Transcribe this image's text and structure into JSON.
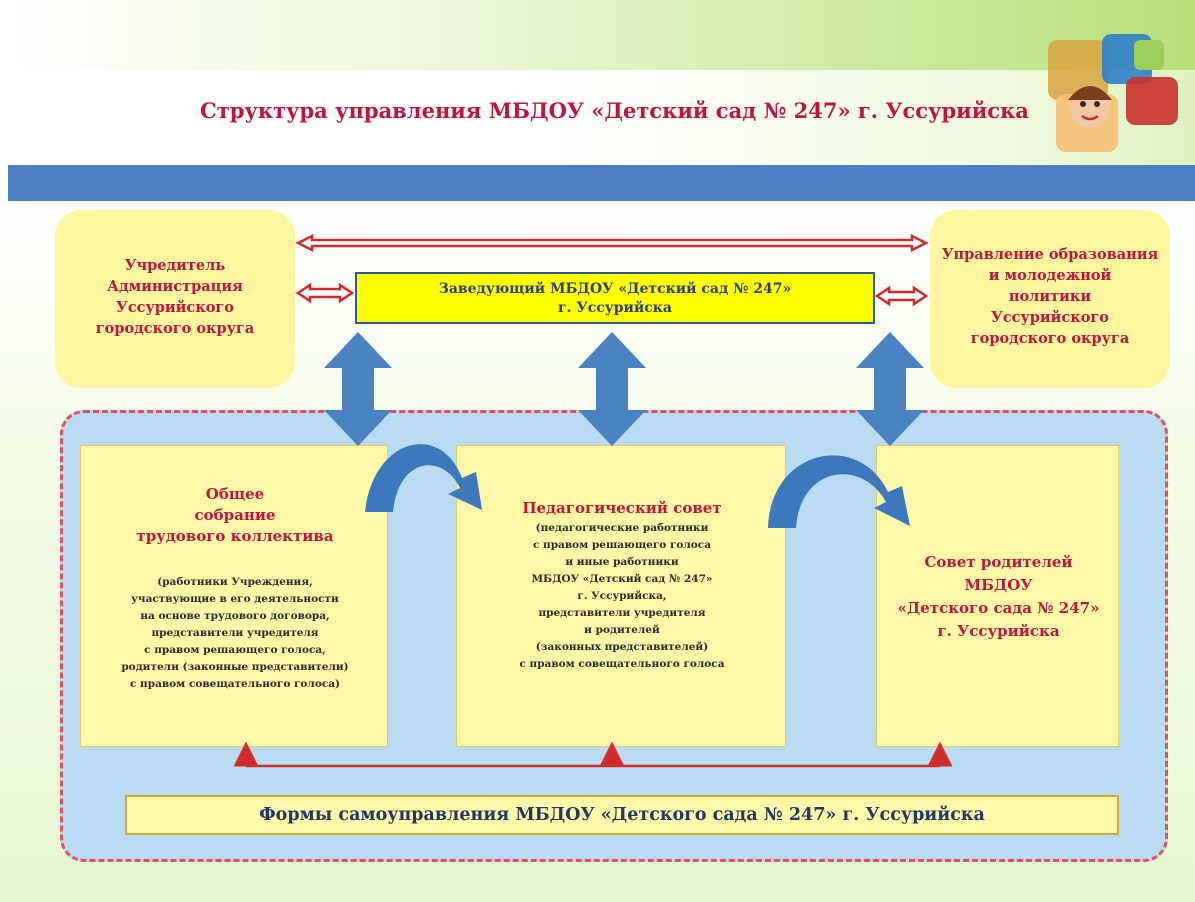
{
  "slide": {
    "title": "Структура управления МБДОУ «Детский сад № 247» г. Уссурийска"
  },
  "founder": {
    "lines": [
      "Учредитель",
      "Администрация",
      "Уссурийского",
      "городского округа"
    ]
  },
  "education_department": {
    "lines": [
      "Управление образования",
      "и молодежной",
      "политики",
      "Уссурийского",
      "городского округа"
    ]
  },
  "head": {
    "lines": [
      "Заведующий  МБДОУ «Детский сад № 247»",
      "г. Уссурийска"
    ]
  },
  "general_meeting": {
    "title_lines": [
      "Общее",
      "собрание",
      "трудового коллектива"
    ],
    "desc_lines": [
      "(работники  Учреждения,",
      "участвующие  в его деятельности",
      "на основе трудового  договора,",
      "представители  учредителя",
      "с правом решающего  голоса,",
      "родители  (законные  представители)",
      "с правом  совещательного  голоса)"
    ]
  },
  "pedagogical_council": {
    "title_lines": [
      "Педагогический совет"
    ],
    "desc_lines": [
      "(педагогические  работники",
      "с правом  решающего  голоса",
      "и иные работники",
      "МБДОУ  «Детский  сад № 247»",
      "г. Уссурийска,",
      "представители  учредителя",
      "и родителей",
      "(законных  представителей)",
      "с правом  совещательного  голоса"
    ]
  },
  "parents_council": {
    "title_lines": [
      "Совет родителей",
      "МБДОУ",
      "«Детского сада № 247»",
      "г. Уссурийска"
    ]
  },
  "self_government": {
    "label": "Формы самоуправления МБДОУ «Детского сада № 247» г. Уссурийска"
  },
  "colors": {
    "accent_red": "#c0143c",
    "band_blue": "#4a7fc1",
    "arrow_blue": "#4a82c2",
    "box_yellow": "#ffff00",
    "soft_yellow": "#fdf6a0",
    "dash_red": "#ea4d5c",
    "panel_bg": "#b9dcf2"
  },
  "icons": [
    "logo-illustration",
    "double-arrow",
    "curved-arrow",
    "connector-arrow"
  ]
}
